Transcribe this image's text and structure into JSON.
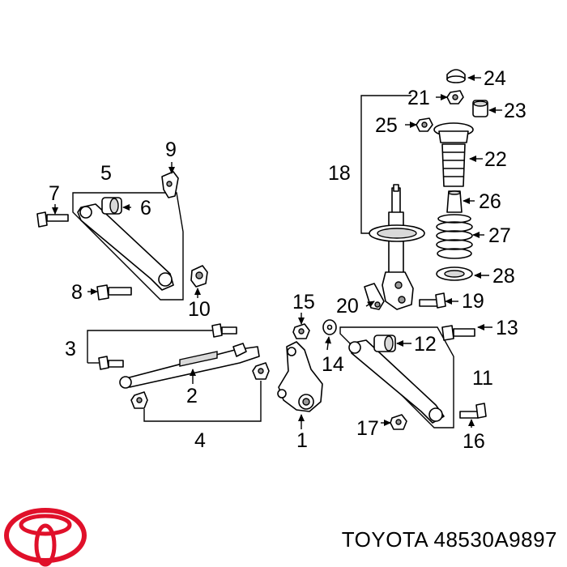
{
  "callouts": [
    "1",
    "2",
    "3",
    "4",
    "5",
    "6",
    "7",
    "8",
    "9",
    "10",
    "11",
    "12",
    "13",
    "14",
    "15",
    "16",
    "17",
    "18",
    "19",
    "20",
    "21",
    "22",
    "23",
    "24",
    "25",
    "26",
    "27",
    "28"
  ],
  "caption": {
    "brand": "TOYOTA",
    "part_number": "48530A9897"
  },
  "logo": {
    "name": "toyota-logo",
    "color": "#e0102a",
    "text": ""
  }
}
